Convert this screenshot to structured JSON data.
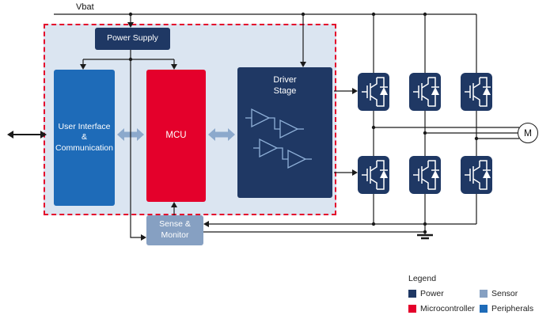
{
  "labels": {
    "vbat": "Vbat",
    "motor": "M"
  },
  "blocks": {
    "power_supply": "Power Supply",
    "user_interface": "User Interface & Communication",
    "mcu": "MCU",
    "driver_stage": "Driver Stage",
    "sense_monitor": "Sense & Monitor"
  },
  "legend": {
    "title": "Legend",
    "items": [
      {
        "label": "Power",
        "color": "#1f3864"
      },
      {
        "label": "Microcontroller",
        "color": "#e4002b"
      },
      {
        "label": "Sensor",
        "color": "#86a0c2"
      },
      {
        "label": "Peripherals",
        "color": "#1e6bb8"
      }
    ]
  },
  "colors": {
    "power": "#1f3864",
    "microcontroller": "#e4002b",
    "sensor": "#86a0c2",
    "peripherals": "#1e6bb8",
    "panel_background": "#dbe5f1",
    "dashed_border": "#e4002b",
    "bus_arrow": "#8ca9cc",
    "wire": "#1a1a1a"
  }
}
